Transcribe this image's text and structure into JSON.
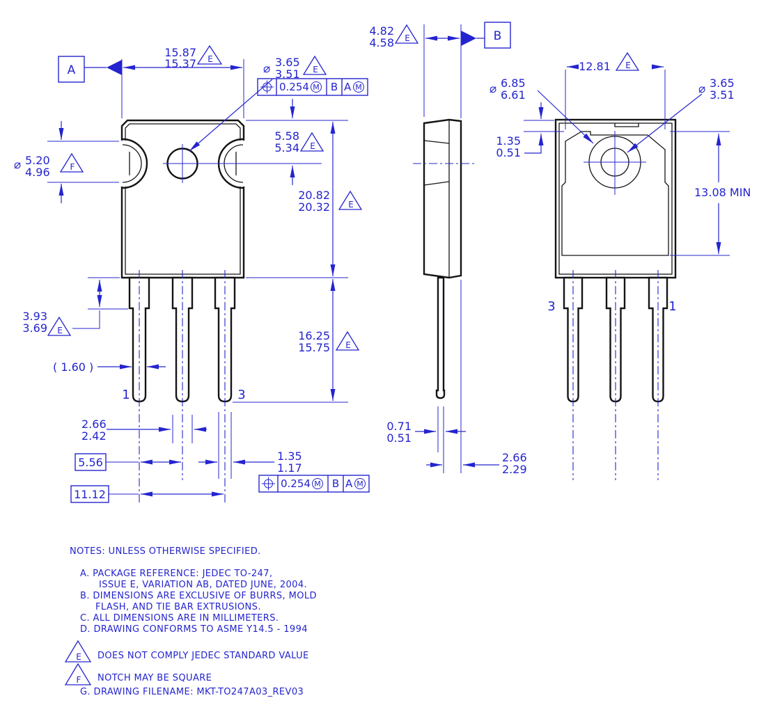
{
  "colors": {
    "accent_blue": "#2424cf",
    "line_black": "#141414"
  },
  "datums": {
    "a": "A",
    "b": "B"
  },
  "flag_letters": {
    "e": "E",
    "f": "F"
  },
  "fcf": {
    "tolerance": "0.254",
    "modifier": "M",
    "datum_b": "B",
    "datum_a": "A",
    "modifier2": "M"
  },
  "front": {
    "body_width_max": "15.87",
    "body_width_min": "15.37",
    "hole_dia_sym": "⌀",
    "hole_dia_max": "3.65",
    "hole_dia_min": "3.51",
    "hole_from_top_max": "5.58",
    "hole_from_top_min": "5.34",
    "body_height_max": "20.82",
    "body_height_min": "20.32",
    "notch_sym": "⌀",
    "notch_max": "5.20",
    "notch_min": "4.96",
    "shoulder_max": "3.93",
    "shoulder_min": "3.69",
    "lead_ref": "( 1.60 )",
    "lead_len_max": "16.25",
    "lead_len_min": "15.75",
    "wide_lead_max": "2.66",
    "wide_lead_min": "2.42",
    "pitch": "5.56",
    "span": "11.12",
    "lead_w_max": "1.35",
    "lead_w_min": "1.17",
    "pin_left": "1",
    "pin_right": "3"
  },
  "side": {
    "thick_max": "4.82",
    "thick_min": "4.58",
    "lead_t_max": "0.71",
    "lead_t_min": "0.51",
    "offset_max": "2.66",
    "offset_min": "2.29"
  },
  "back": {
    "tab_width": "12.81",
    "boss_sym": "⌀",
    "boss_max": "6.85",
    "boss_min": "6.61",
    "hole_sym": "⌀",
    "hole_max": "3.65",
    "hole_min": "3.51",
    "inset_max": "1.35",
    "inset_min": "0.51",
    "tab_height": "13.08 MIN",
    "pin_left": "3",
    "pin_right": "1"
  },
  "notes": {
    "header": "NOTES: UNLESS OTHERWISE SPECIFIED.",
    "a1": "A.  PACKAGE REFERENCE: JEDEC TO-247,",
    "a2": "ISSUE E, VARIATION AB, DATED JUNE, 2004.",
    "b1": "B.  DIMENSIONS ARE EXCLUSIVE OF BURRS, MOLD",
    "b2": "FLASH, AND TIE BAR EXTRUSIONS.",
    "c": "C.  ALL DIMENSIONS ARE IN MILLIMETERS.",
    "d": "D.  DRAWING CONFORMS TO ASME Y14.5 - 1994",
    "e": "DOES NOT COMPLY JEDEC STANDARD VALUE",
    "f": "NOTCH MAY BE SQUARE",
    "g": "G.   DRAWING FILENAME: MKT-TO247A03_REV03"
  }
}
